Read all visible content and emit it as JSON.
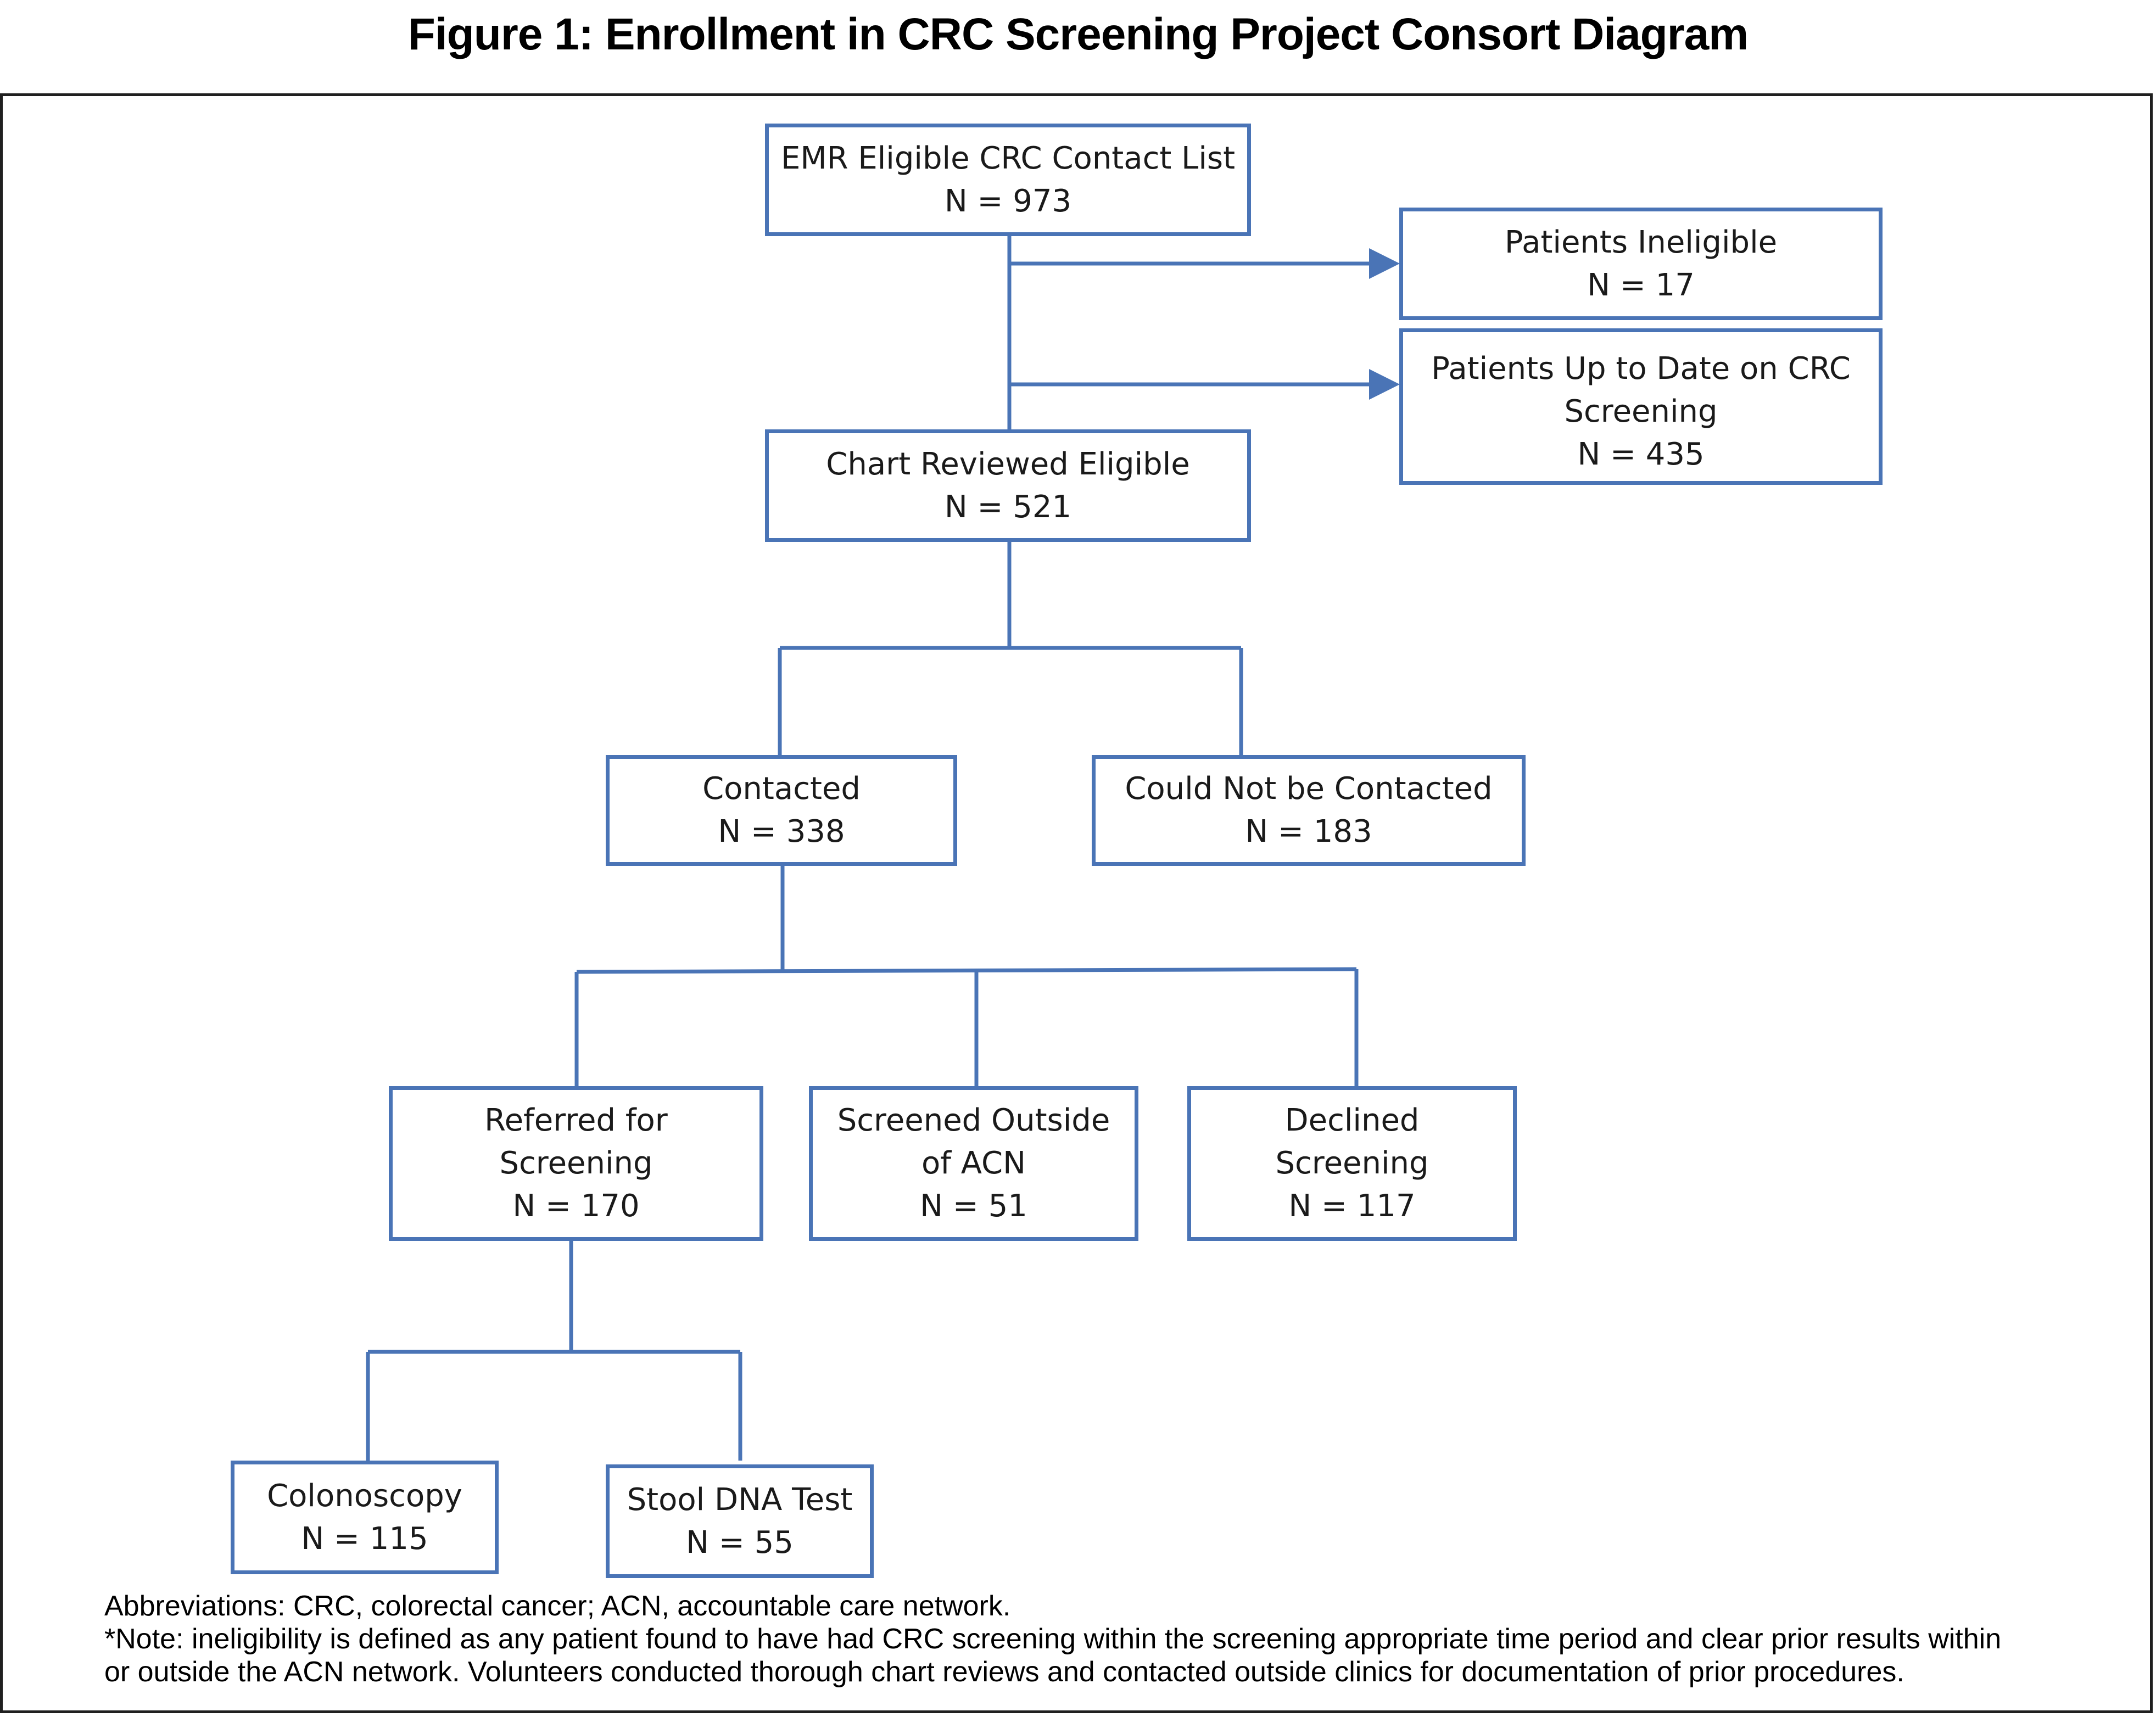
{
  "title": "Figure 1: Enrollment in CRC Screening Project Consort Diagram",
  "nodes": {
    "emr": {
      "label": "EMR Eligible CRC Contact List",
      "n": "N = 973"
    },
    "ineligible": {
      "label": "Patients Ineligible",
      "n": "N = 17"
    },
    "uptodate": {
      "label_line1": "Patients Up to Date on CRC",
      "label_line2": "Screening",
      "n": "N = 435"
    },
    "chart_reviewed": {
      "label": "Chart Reviewed Eligible",
      "n": "N = 521"
    },
    "contacted": {
      "label": "Contacted",
      "n": "N = 338"
    },
    "not_contacted": {
      "label": "Could Not be Contacted",
      "n": "N = 183"
    },
    "referred": {
      "label_line1": "Referred for",
      "label_line2": "Screening",
      "n": "N = 170"
    },
    "screened_outside": {
      "label_line1": "Screened Outside",
      "label_line2": "of ACN",
      "n": "N = 51"
    },
    "declined": {
      "label_line1": "Declined",
      "label_line2": "Screening",
      "n": "N = 117"
    },
    "colonoscopy": {
      "label": "Colonoscopy",
      "n": "N = 115"
    },
    "stool_dna": {
      "label": "Stool DNA Test",
      "n": "N = 55"
    }
  },
  "footnotes": {
    "abbreviations": "Abbreviations: CRC, colorectal cancer; ACN, accountable care network.",
    "note_line1": "*Note: ineligibility is defined as any patient found to have had CRC screening within the screening appropriate time period and clear prior results within",
    "note_line2": "or outside the ACN network. Volunteers conducted thorough chart reviews and contacted outside clinics for documentation of prior procedures."
  },
  "colors": {
    "box_border": "#4a74b6",
    "connector": "#4a74b6",
    "frame": "#1f1f1f"
  }
}
